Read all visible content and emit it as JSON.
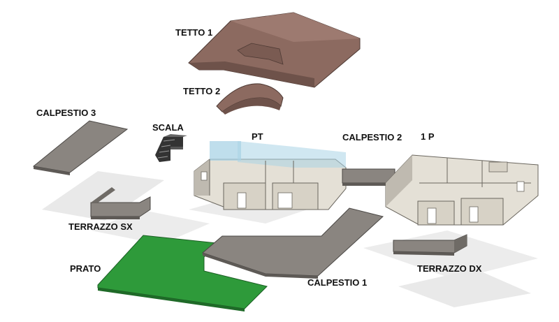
{
  "labels": {
    "tetto1": "TETTO 1",
    "tetto2": "TETTO 2",
    "calpestio3": "CALPESTIO 3",
    "scala": "SCALA",
    "pt": "PT",
    "calpestio2": "CALPESTIO 2",
    "primo_piano": "1 P",
    "terrazzo_sx": "TERRAZZO SX",
    "prato": "PRATO",
    "calpestio1": "CALPESTIO 1",
    "terrazzo_dx": "TERRAZZO DX"
  },
  "colors": {
    "roof": "#8c6a60",
    "roof_dark": "#6e524a",
    "slab": "#8a8580",
    "slab_dark": "#5e5a56",
    "wall": "#e4e0d6",
    "wall_dark": "#bfbab0",
    "grass": "#2e9a3a",
    "glass": "#a9d3e6",
    "shadow": "#e6e6e6"
  }
}
